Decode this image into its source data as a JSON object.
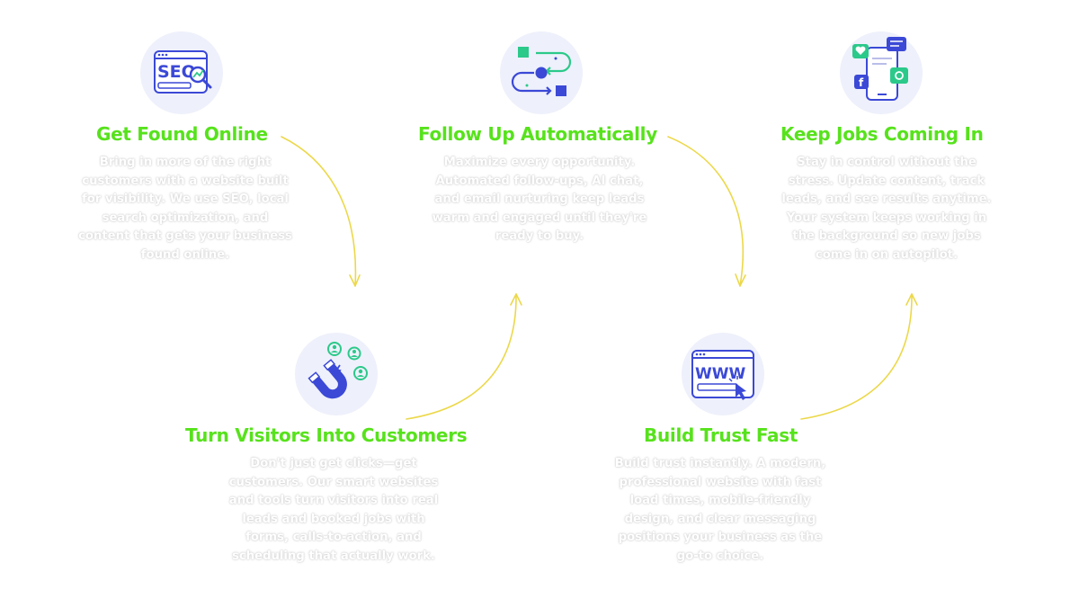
{
  "accent_color": "#57e21c",
  "icon_color": "#3b49d6",
  "icon_accent_color": "#2bc98a",
  "arrow_color": "#ecd84a",
  "steps": [
    {
      "title": "Get Found Online",
      "icon": "seo-icon",
      "icon_text": "SEO",
      "description": "Bring in more of the right customers with a website built for visibility. We use SEO, local search optimization, and content that gets your business found online."
    },
    {
      "title": "Turn Visitors Into Customers",
      "icon": "magnet-icon",
      "description": "Don't just get clicks—get customers. Our smart websites and tools turn visitors into real leads and booked jobs with forms, calls-to-action, and scheduling that actually work."
    },
    {
      "title": "Follow Up Automatically",
      "icon": "automation-flow-icon",
      "description": "Maximize every opportunity. Automated follow-ups, AI chat, and email nurturing keep leads warm and engaged until they're ready to buy."
    },
    {
      "title": "Build Trust Fast",
      "icon": "www-browser-icon",
      "icon_text": "WWW",
      "description": "Build trust instantly. A modern, professional website with fast load times, mobile-friendly design, and clear messaging positions your business as the go-to choice."
    },
    {
      "title": "Keep Jobs Coming In",
      "icon": "mobile-social-icon",
      "description": "Stay in control without the stress. Update content, track leads, and see results anytime. Your system keeps working in the background so new jobs come in on autopilot."
    }
  ]
}
